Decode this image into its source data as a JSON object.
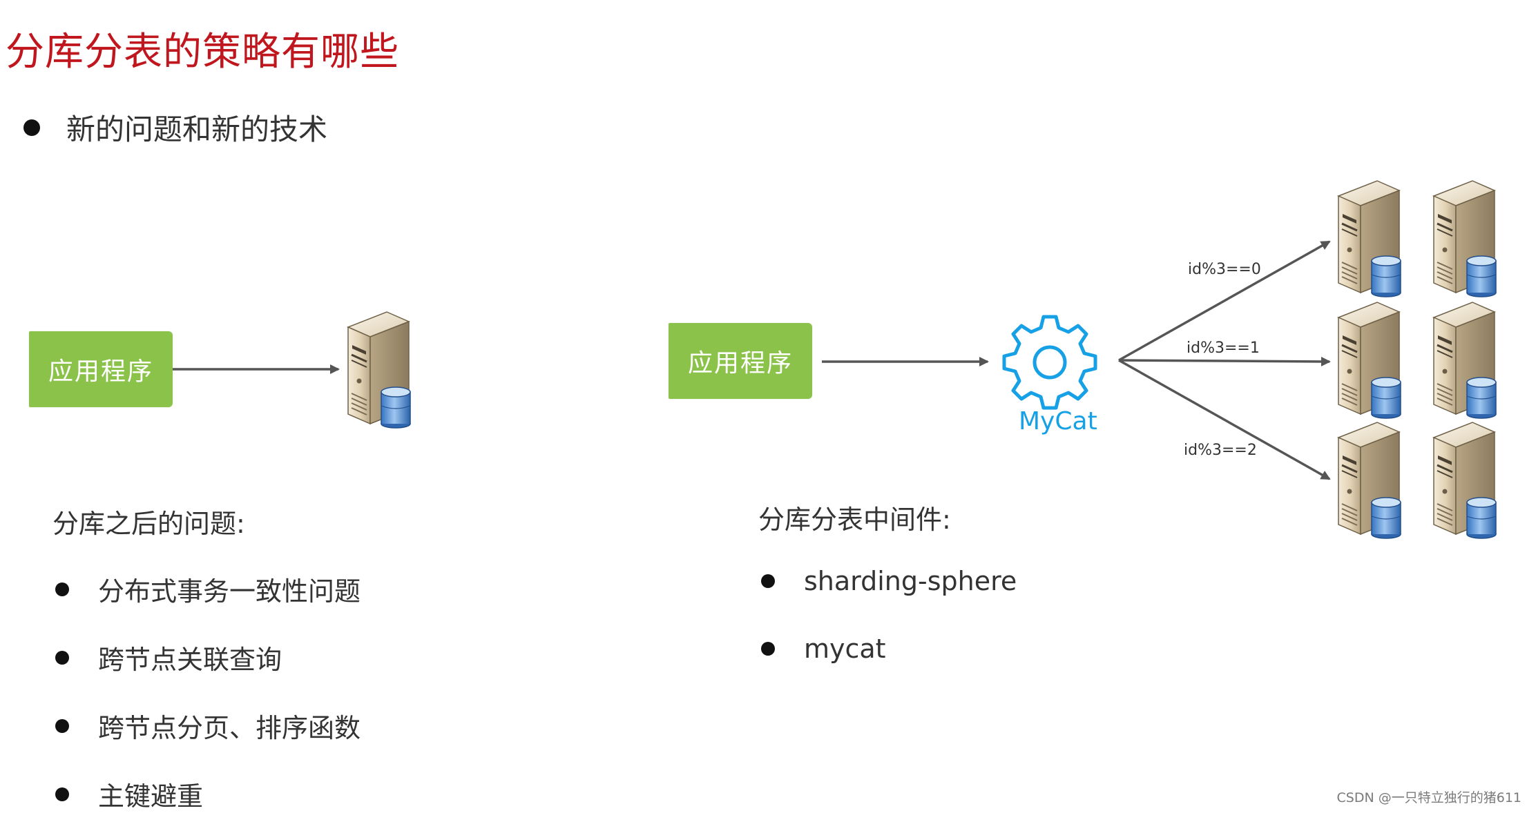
{
  "title": "分库分表的策略有哪些",
  "main_bullet": "新的问题和新的技术",
  "left": {
    "app_label": "应用程序",
    "problems_heading": "分库之后的问题:",
    "problems": [
      "分布式事务一致性问题",
      "跨节点关联查询",
      "跨节点分页、排序函数",
      "主键避重"
    ]
  },
  "right": {
    "app_label": "应用程序",
    "middleware_label": "MyCat",
    "routes": [
      "id%3==0",
      "id%3==1",
      "id%3==2"
    ],
    "middleware_heading": "分库分表中间件:",
    "middleware_list": [
      "sharding-sphere",
      "mycat"
    ]
  },
  "watermark": "CSDN @一只特立独行的猪611",
  "colors": {
    "title": "#c0171f",
    "app_box": "#8bc34a",
    "mycat": "#16a0e6",
    "arrow": "#555555"
  },
  "icons": {
    "server": "server-with-database-icon",
    "gear": "gear-icon"
  }
}
